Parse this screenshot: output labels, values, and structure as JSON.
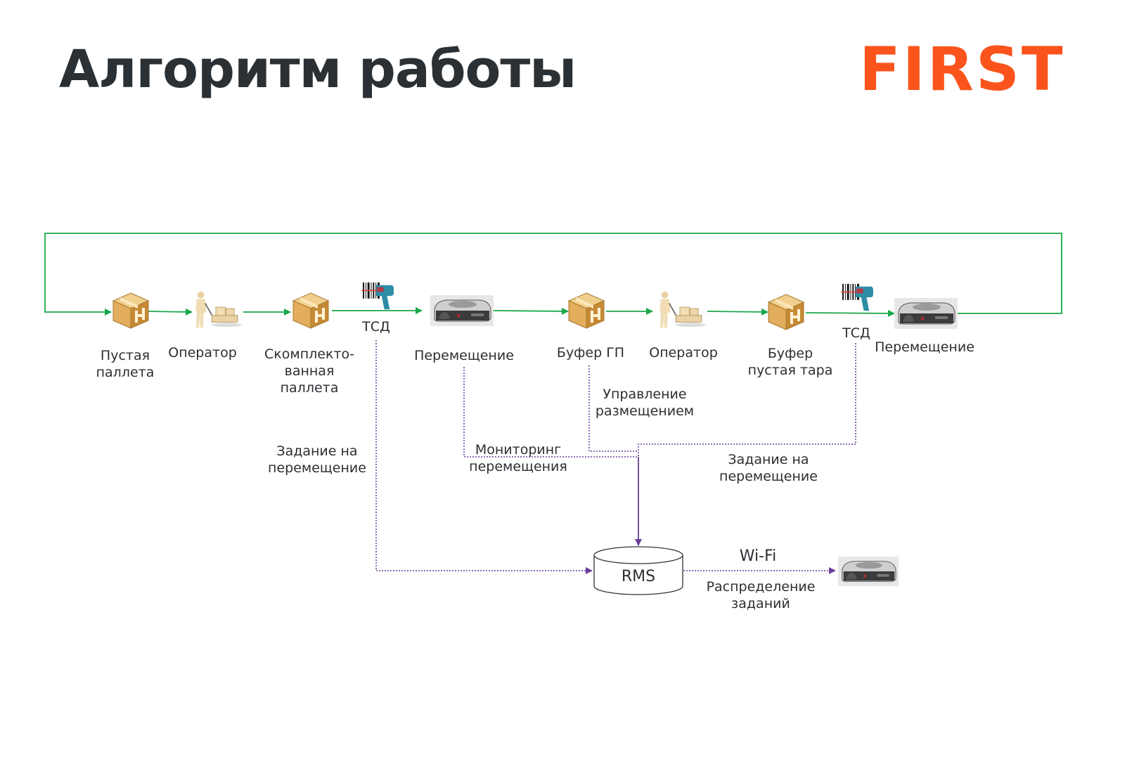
{
  "header": {
    "title": "Алгоритм работы",
    "logo_text": "FIRST"
  },
  "colors": {
    "flow": "#1aa84a",
    "control": "#6a3d9a",
    "logo": "#fa541c",
    "title": "#2a3034"
  },
  "nodes": {
    "empty_pallet": {
      "icon": "pallet-box-icon",
      "lines": [
        "Пустая",
        "паллета"
      ]
    },
    "operator1": {
      "icon": "operator-pallet-jack-icon",
      "lines": [
        "Оператор"
      ]
    },
    "assembled_pallet": {
      "icon": "pallet-box-icon",
      "lines": [
        "Скомплекто-",
        "ванная",
        "паллета"
      ]
    },
    "tsd1": {
      "icon": "barcode-scanner-icon",
      "lines": [
        "ТСД"
      ]
    },
    "move1": {
      "icon": "agv-robot-icon",
      "lines": [
        "Перемещение"
      ]
    },
    "buffer_gp": {
      "icon": "pallet-box-icon",
      "lines": [
        "Буфер ГП"
      ]
    },
    "operator2": {
      "icon": "operator-pallet-jack-icon",
      "lines": [
        "Оператор"
      ]
    },
    "buffer_empty": {
      "icon": "pallet-box-icon",
      "lines": [
        "Буфер",
        "пустая тара"
      ]
    },
    "tsd2": {
      "icon": "barcode-scanner-icon",
      "lines": [
        "ТСД"
      ]
    },
    "move2": {
      "icon": "agv-robot-icon",
      "lines": [
        "Перемещение"
      ]
    },
    "rms": {
      "icon": "database-cylinder-icon",
      "label": "RMS"
    },
    "robot_rms": {
      "icon": "agv-robot-icon"
    }
  },
  "edges": {
    "task_move_left": [
      "Задание на",
      "перемещение"
    ],
    "monitoring": [
      "Мониторинг",
      "перемещения"
    ],
    "placement": [
      "Управление",
      "размещением"
    ],
    "task_move_right": [
      "Задание на",
      "перемещение"
    ],
    "wifi": "Wi-Fi",
    "distribution": [
      "Распределение",
      "заданий"
    ]
  }
}
